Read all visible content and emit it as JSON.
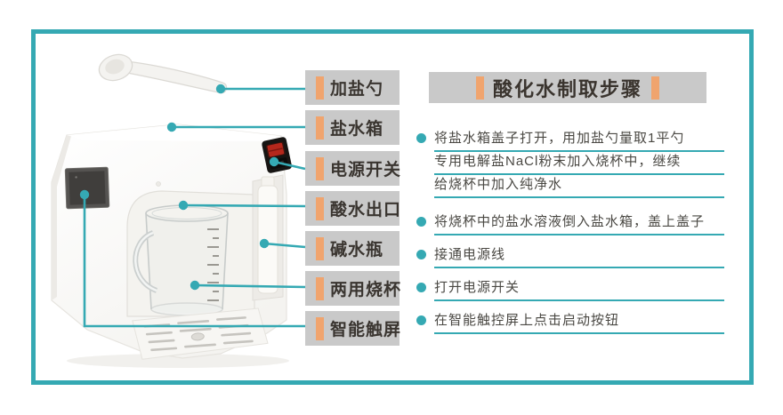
{
  "poster": {
    "border_color": "#35A9B3",
    "accent_orange": "#F0A46E",
    "label_bg": "#C9C9C9",
    "callout_teal": "#35A9B3",
    "label_text_color": "#3A3530",
    "step_text_color": "#4A4843"
  },
  "part_labels": [
    {
      "text": "加盐勺"
    },
    {
      "text": "盐水箱"
    },
    {
      "text": "电源开关"
    },
    {
      "text": "酸水出口"
    },
    {
      "text": "碱水瓶"
    },
    {
      "text": "两用烧杯"
    },
    {
      "text": "智能触屏"
    }
  ],
  "steps_panel": {
    "title": "酸化水制取步骤",
    "steps": [
      {
        "lines": [
          "将盐水箱盖子打开，用加盐勺量取1平勺",
          "专用电解盐NaCl粉末加入烧杯中，继续",
          "给烧杯中加入纯净水"
        ]
      },
      {
        "lines": [
          "将烧杯中的盐水溶液倒入盐水箱，盖上盖子"
        ]
      },
      {
        "lines": [
          "接通电源线"
        ]
      },
      {
        "lines": [
          "打开电源开关"
        ]
      },
      {
        "lines": [
          "在智能触控屏上点击启动按钮"
        ]
      }
    ]
  },
  "illustration": {
    "icons": [
      "salt-spoon-icon",
      "machine-body",
      "touch-screen",
      "power-switch-icon",
      "glass-beaker",
      "alkaline-bottle",
      "drip-tray",
      "callout-dot"
    ]
  }
}
